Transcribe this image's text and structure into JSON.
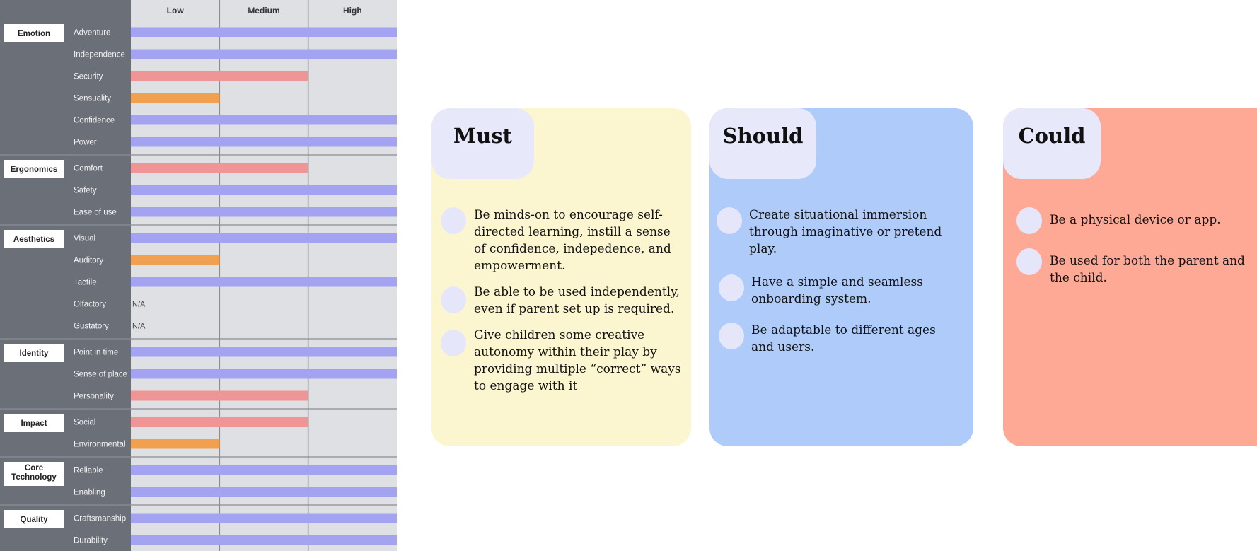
{
  "chart_data": {
    "type": "bar",
    "columns": [
      "Low",
      "Medium",
      "High"
    ],
    "groups": [
      {
        "name": "Emotion",
        "items": [
          {
            "label": "Adventure",
            "value": 3,
            "level": "high"
          },
          {
            "label": "Independence",
            "value": 3,
            "level": "high"
          },
          {
            "label": "Security",
            "value": 2,
            "level": "medium"
          },
          {
            "label": "Sensuality",
            "value": 1,
            "level": "low"
          },
          {
            "label": "Confidence",
            "value": 3,
            "level": "high"
          },
          {
            "label": "Power",
            "value": 3,
            "level": "high"
          }
        ]
      },
      {
        "name": "Ergonomics",
        "items": [
          {
            "label": "Comfort",
            "value": 2,
            "level": "medium"
          },
          {
            "label": "Safety",
            "value": 3,
            "level": "high"
          },
          {
            "label": "Ease of use",
            "value": 3,
            "level": "high"
          }
        ]
      },
      {
        "name": "Aesthetics",
        "items": [
          {
            "label": "Visual",
            "value": 3,
            "level": "high"
          },
          {
            "label": "Auditory",
            "value": 1,
            "level": "low"
          },
          {
            "label": "Tactile",
            "value": 3,
            "level": "high"
          },
          {
            "label": "Olfactory",
            "value": 0,
            "na": "N/A"
          },
          {
            "label": "Gustatory",
            "value": 0,
            "na": "N/A"
          }
        ]
      },
      {
        "name": "Identity",
        "items": [
          {
            "label": "Point in time",
            "value": 3,
            "level": "high"
          },
          {
            "label": "Sense of place",
            "value": 3,
            "level": "high"
          },
          {
            "label": "Personality",
            "value": 2,
            "level": "medium"
          }
        ]
      },
      {
        "name": "Impact",
        "items": [
          {
            "label": "Social",
            "value": 2,
            "level": "medium"
          },
          {
            "label": "Environmental",
            "value": 1,
            "level": "low"
          }
        ]
      },
      {
        "name": "Core Technology",
        "name_lines": [
          "Core",
          "Technology"
        ],
        "items": [
          {
            "label": "Reliable",
            "value": 3,
            "level": "high"
          },
          {
            "label": "Enabling",
            "value": 3,
            "level": "high"
          }
        ]
      },
      {
        "name": "Quality",
        "items": [
          {
            "label": "Craftsmanship",
            "value": 3,
            "level": "high"
          },
          {
            "label": "Durability",
            "value": 3,
            "level": "high"
          }
        ]
      }
    ],
    "colors": {
      "high": "#a3a3f2",
      "medium": "#ef9595",
      "low": "#f0a04e",
      "sidebar": "#6b6f78",
      "plot_bg": "#dfe0e4",
      "grid": "#8a8d93"
    }
  },
  "moscow": {
    "must": {
      "title": "Must",
      "items": [
        [
          "Be minds-on to encourage self-",
          "directed learning, instill a sense",
          "of confidence, indepedence, and",
          "empowerment."
        ],
        [
          "Be able to be used independently,",
          "even if parent set up is required."
        ],
        [
          "Give children some creative",
          "autonomy within their play by",
          "providing multiple “correct” ways",
          "to engage with it"
        ]
      ]
    },
    "should": {
      "title": "Should",
      "items": [
        [
          "Create situational immersion",
          "through imaginative or pretend",
          "play."
        ],
        [
          "Have a simple and seamless",
          "onboarding system."
        ],
        [
          "Be adaptable to different ages",
          "and users."
        ]
      ]
    },
    "could": {
      "title": "Could",
      "items": [
        [
          "Be a physical device or app."
        ],
        [
          "Be used for both the parent and",
          "the child."
        ]
      ]
    },
    "colors": {
      "must": "#fbf6cf",
      "should": "#aecbfa",
      "could": "#fea996",
      "tab": "#e8e8fb"
    }
  }
}
